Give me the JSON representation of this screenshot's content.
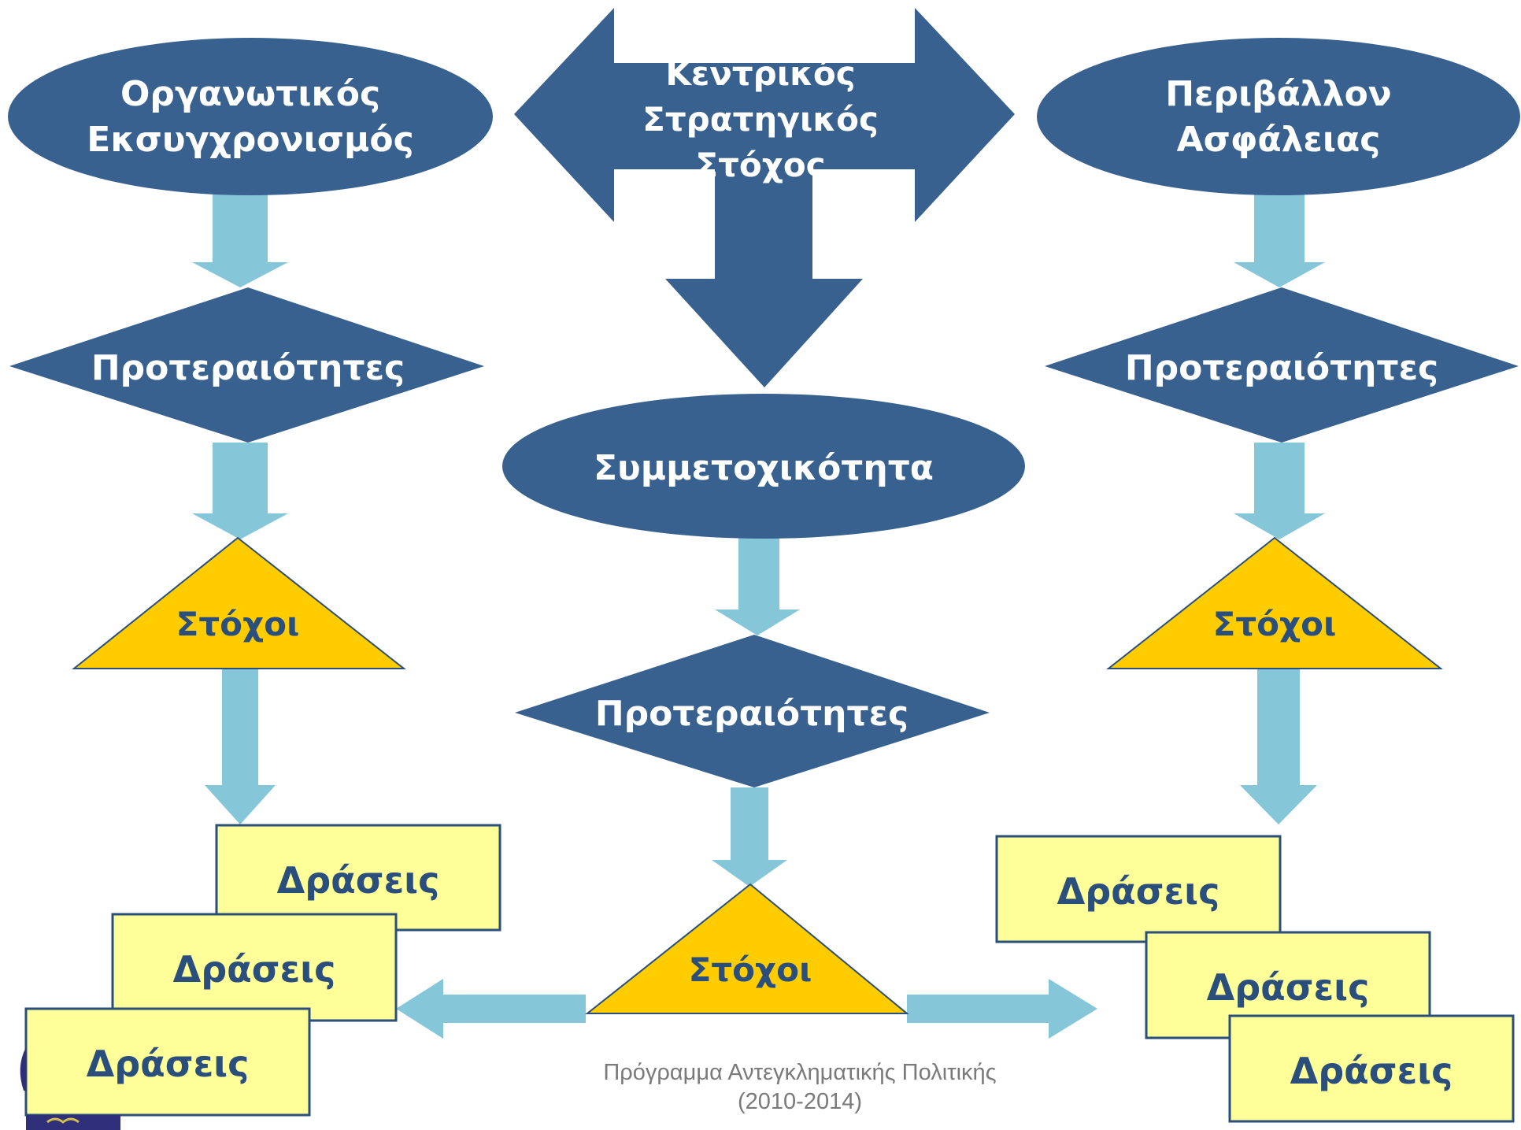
{
  "top": {
    "left_goal": [
      "Οργανωτικός",
      "Εκσυγχρονισμός"
    ],
    "center_goal": [
      "Κεντρικός",
      "Στρατηγικός",
      "Στόχος"
    ],
    "right_goal": [
      "Περιβάλλον",
      "Ασφάλειας"
    ]
  },
  "middle": {
    "participation": "Συμμετοχικότητα"
  },
  "nodes": {
    "priorities": "Προτεραιότητες",
    "objectives": "Στόχοι",
    "actions": "Δράσεις"
  },
  "footer": {
    "line1": "Πρόγραμμα Αντεγκληματικής Πολιτικής",
    "line2": "(2010-2014)"
  },
  "colors": {
    "dark_blue": "#38618f",
    "light_blue_arrow": "#85c6d9",
    "gold_triangle": "#ffcc00",
    "yellow_box": "#ffff99",
    "navy_text": "#2b4f7c"
  }
}
